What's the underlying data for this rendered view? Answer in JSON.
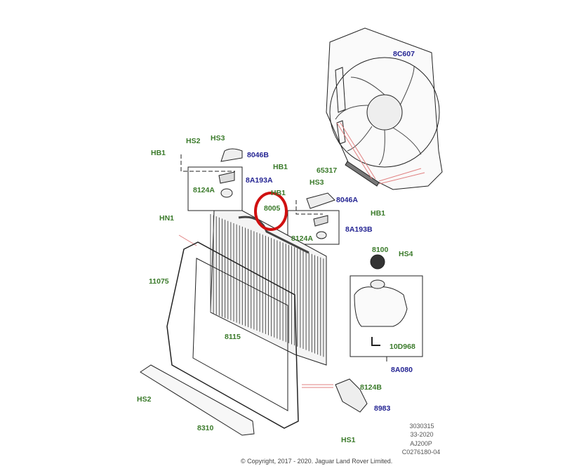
{
  "diagram": {
    "labels": {
      "fan_shroud": "8C607",
      "seal": "65317",
      "hs2_top": "HS2",
      "hs3_left": "HS3",
      "hb1_left": "HB1",
      "mount_8046b": "8046B",
      "hb1_left2": "HB1",
      "bracket_8a193a": "8A193A",
      "insulator_left": "8124A",
      "hb1_mid": "HB1",
      "hs3_right": "HS3",
      "mount_8046a": "8046A",
      "radiator": "8005",
      "hb1_right": "HB1",
      "bracket_8a193b": "8A193B",
      "insulator_right": "8124A",
      "hn1": "HN1",
      "cap": "8100",
      "hs4": "HS4",
      "frame": "11075",
      "part_8115": "8115",
      "sensor": "10D968",
      "reservoir": "8A080",
      "insulator_bottom": "8124B",
      "bracket_8983": "8983",
      "hs2_bottom": "HS2",
      "deflector": "8310",
      "hs1": "HS1"
    },
    "reference": [
      "3030315",
      "33-2020",
      "AJ200P",
      "C0276180-04"
    ],
    "copyright": "© Copyright, 2017 - 2020. Jaguar Land Rover Limited.",
    "colors": {
      "green_label": "#3a7a2a",
      "blue_label": "#232392",
      "highlight": "#d01010",
      "leader": "#e08080"
    }
  }
}
